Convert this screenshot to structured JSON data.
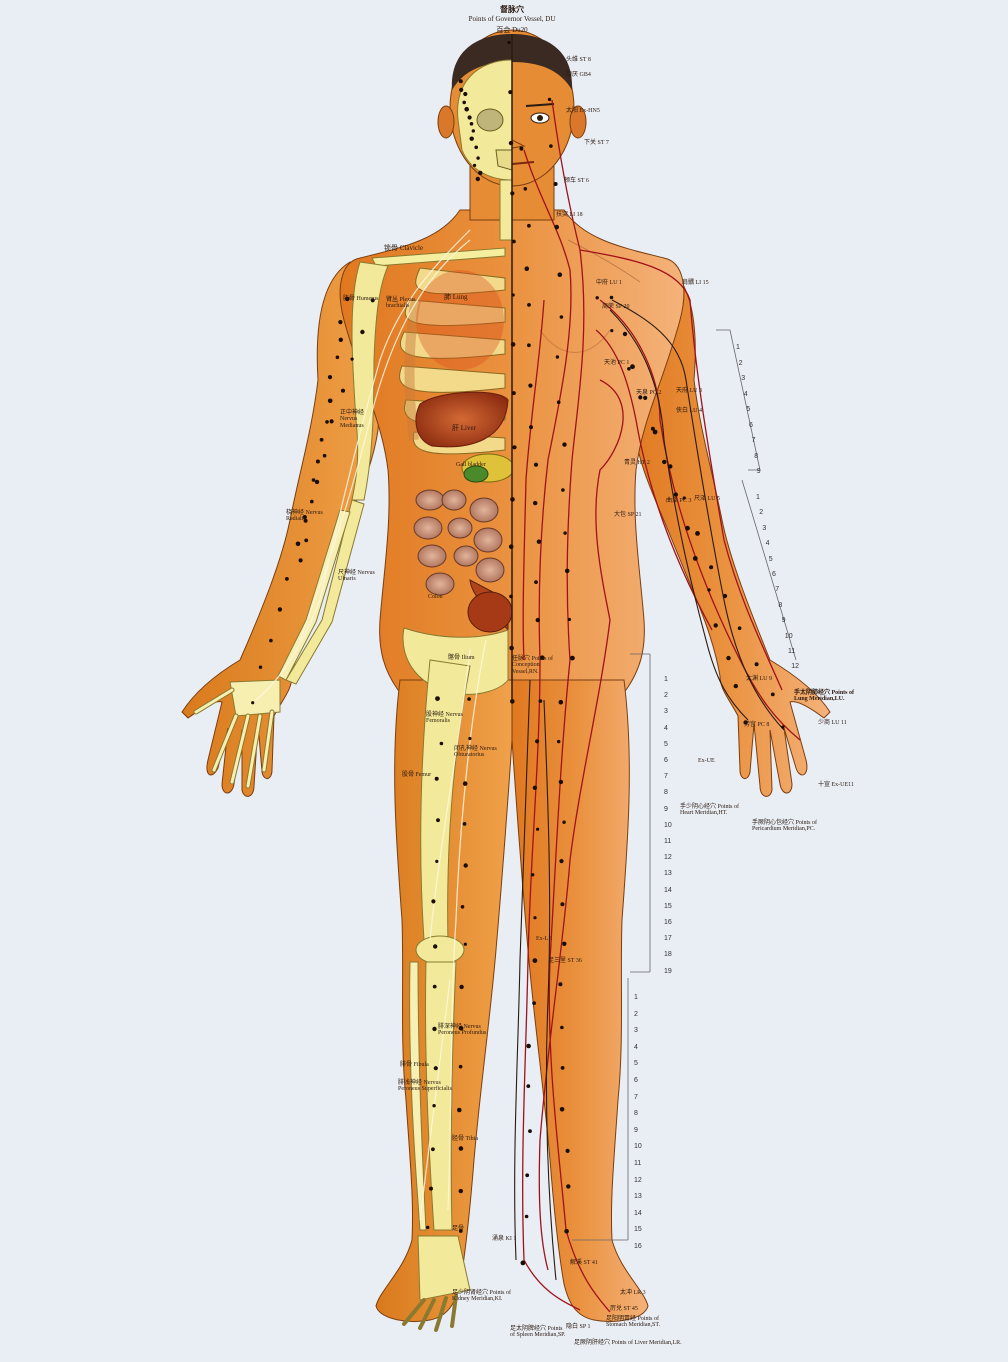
{
  "header": {
    "title_cn": "督脉穴",
    "title_en": "Points of Governor Vessel, DU",
    "top_point": "百会 Du20"
  },
  "anatomy_labels": {
    "clavicle": "锁骨 Clavicle",
    "lung": "肺 Lung",
    "humerus": "肱骨 Humerus",
    "plexus": "臂丛 Plexus brachialis",
    "liver": "肝 Liver",
    "nerv_medianus": "正中神经 Nervus Medianus",
    "nerv_radialis": "桡神经 Nervus Radialis",
    "nerv_ulnaris": "尺神经 Nervus Ulnaris",
    "gall_bladder": "Gall bladder",
    "colon": "Colon",
    "ilium": "髂骨 Ilium",
    "nerv_femoralis": "股神经 Nervus Femoralis",
    "nerv_obturatorius": "闭孔神经 Nervus Obturatorius",
    "femur": "股骨 Femur",
    "nerv_peron_prof": "腓深神经 Nervus Peroneus Profundus",
    "fibula": "腓骨 Fibula",
    "nerv_peron_sup": "腓浅神经 Nervus Peroneus Superficialis",
    "tibia": "胫骨 Tibia",
    "foot_bone": "足骨"
  },
  "meridian_labels": {
    "lung": "手太阴肺经穴 Points of Lung Meridian,LU.",
    "heart": "手少阴心经穴 Points of Heart Meridian,HT.",
    "pericardium": "手厥阴心包经穴 Points of Pericardium Meridian,PC.",
    "kidney": "足少阴肾经穴 Points of Kidney Meridian,KI.",
    "spleen": "足太阴脾经穴 Points of Spleen Meridian,SP.",
    "stomach": "足阳明胃经 Points of Stomach Meridian,ST.",
    "liver": "足厥阴肝经穴 Points of Liver Meridian,LR.",
    "conception": "任脉穴 Points of Conception Vessel,RN."
  },
  "point_labels": {
    "st8": "头维 ST 8",
    "gb4": "颔厌 GB4",
    "ex_hn": "太阳 Ex-HN5",
    "st7": "下关 ST 7",
    "st6": "颊车 ST 6",
    "li18": "扶突 LI 18",
    "li15": "肩髃 LI 15",
    "lu1": "中府 LU 1",
    "sp20": "周荣 SP 20",
    "pc1": "天池 PC 1",
    "pc2": "天泉 PC 2",
    "lu3": "天府 LU 3",
    "lu4": "侠白 LU 4",
    "ht2": "青灵 HT 2",
    "lu5": "尺泽 LU 5",
    "pc3": "曲泽 PC 3",
    "sp21": "大包 SP 21",
    "ex_ue": "Ex-UE",
    "lu9": "太渊 LU 9",
    "lu11": "少商 LU 11",
    "pc8": "劳宫 PC 8",
    "ex_ue11": "十宣 Ex-UE11",
    "st36": "足三里 ST 36",
    "ex_le": "Ex-LE",
    "st41": "解溪 ST 41",
    "lr3": "太冲 LR 3",
    "sp1": "隐白 SP 1",
    "st45": "厉兑 ST 45",
    "ki1": "涌泉 KI 1"
  },
  "scale_marks": {
    "torso": [
      "1",
      "2",
      "3",
      "4",
      "5",
      "6",
      "7",
      "8",
      "9"
    ],
    "forearm": [
      "1",
      "2",
      "3",
      "4",
      "5",
      "6",
      "7",
      "8",
      "9",
      "10",
      "11",
      "12"
    ],
    "thigh": [
      "1",
      "2",
      "3",
      "4",
      "5",
      "6",
      "7",
      "8",
      "9",
      "10",
      "11",
      "12",
      "13",
      "14",
      "15",
      "16",
      "17",
      "18",
      "19"
    ],
    "lower_leg": [
      "1",
      "2",
      "3",
      "4",
      "5",
      "6",
      "7",
      "8",
      "9",
      "10",
      "11",
      "12",
      "13",
      "14",
      "15",
      "16"
    ]
  },
  "colors": {
    "background": "#e9edf4",
    "skin": "#e88a2a",
    "skeleton": "#f2ea9a",
    "meridian": "#a0121a",
    "point": "#1a0e06"
  }
}
